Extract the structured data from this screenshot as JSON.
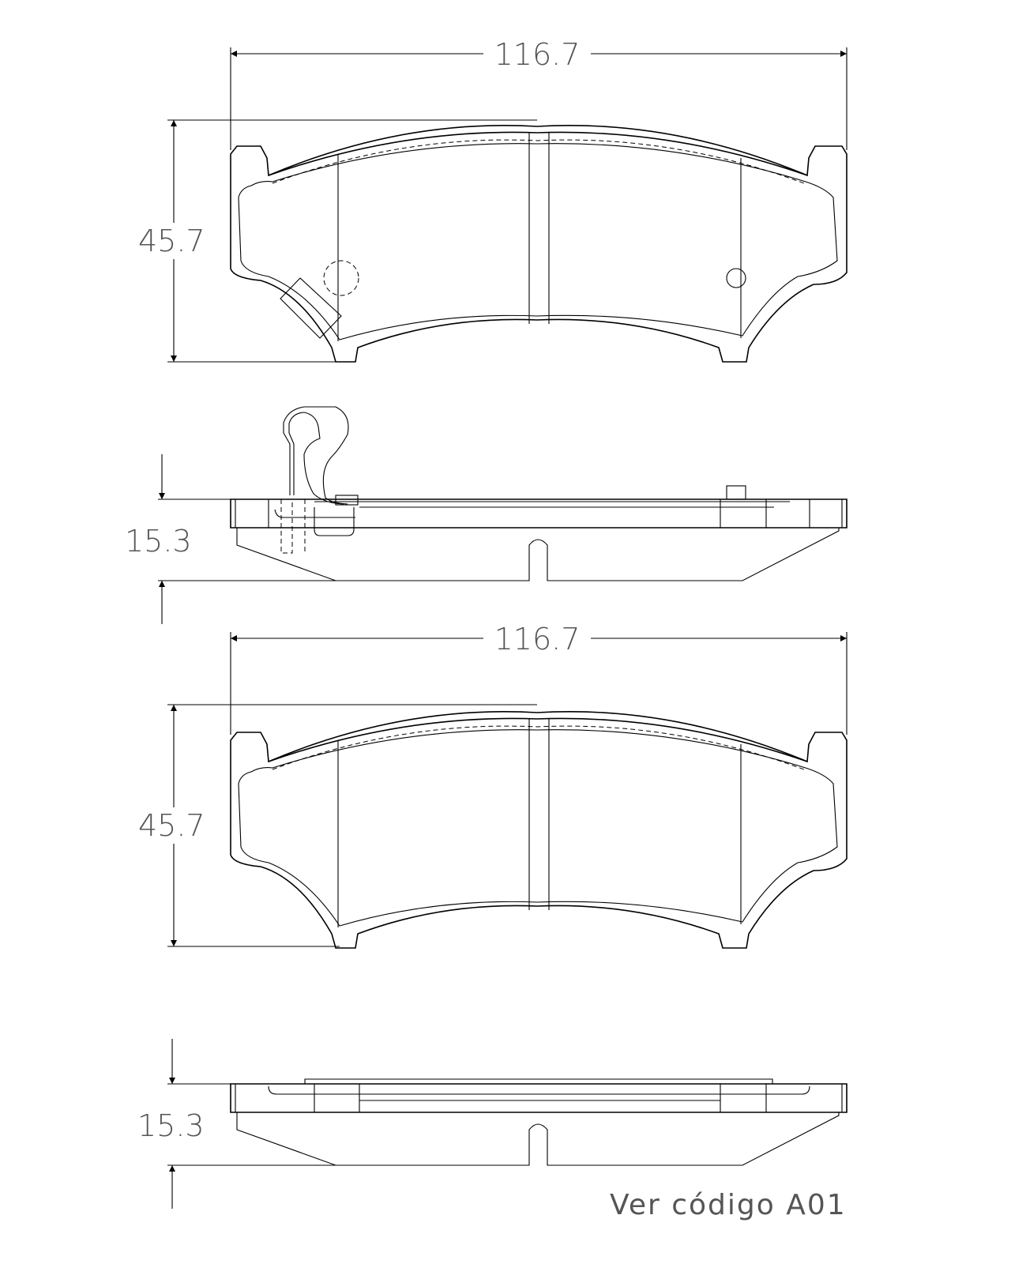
{
  "dimensions": {
    "top_view_1_width": "116.7",
    "top_view_1_height": "45.7",
    "side_view_1_thickness": "15.3",
    "top_view_2_width": "116.7",
    "top_view_2_height": "45.7",
    "side_view_2_thickness": "15.3"
  },
  "note": "Ver código A01"
}
